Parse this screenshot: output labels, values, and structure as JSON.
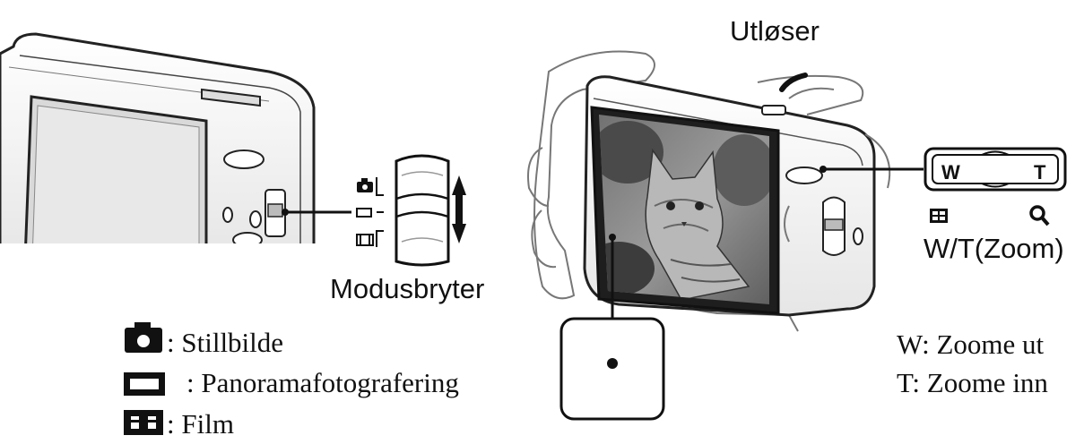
{
  "callouts": {
    "shutter": "Utløser",
    "mode_switch": "Modusbryter",
    "zoom": "W/T(Zoom)",
    "zoom_w": "W",
    "zoom_t": "T"
  },
  "mode_legend": [
    {
      "icon": "camera-icon",
      "text": ": Stillbilde"
    },
    {
      "icon": "panorama-icon",
      "text": ": Panoramafotografering"
    },
    {
      "icon": "film-icon",
      "text": ": Film"
    }
  ],
  "zoom_legend": {
    "w": "W: Zoome ut",
    "t": "T: Zoome inn"
  }
}
